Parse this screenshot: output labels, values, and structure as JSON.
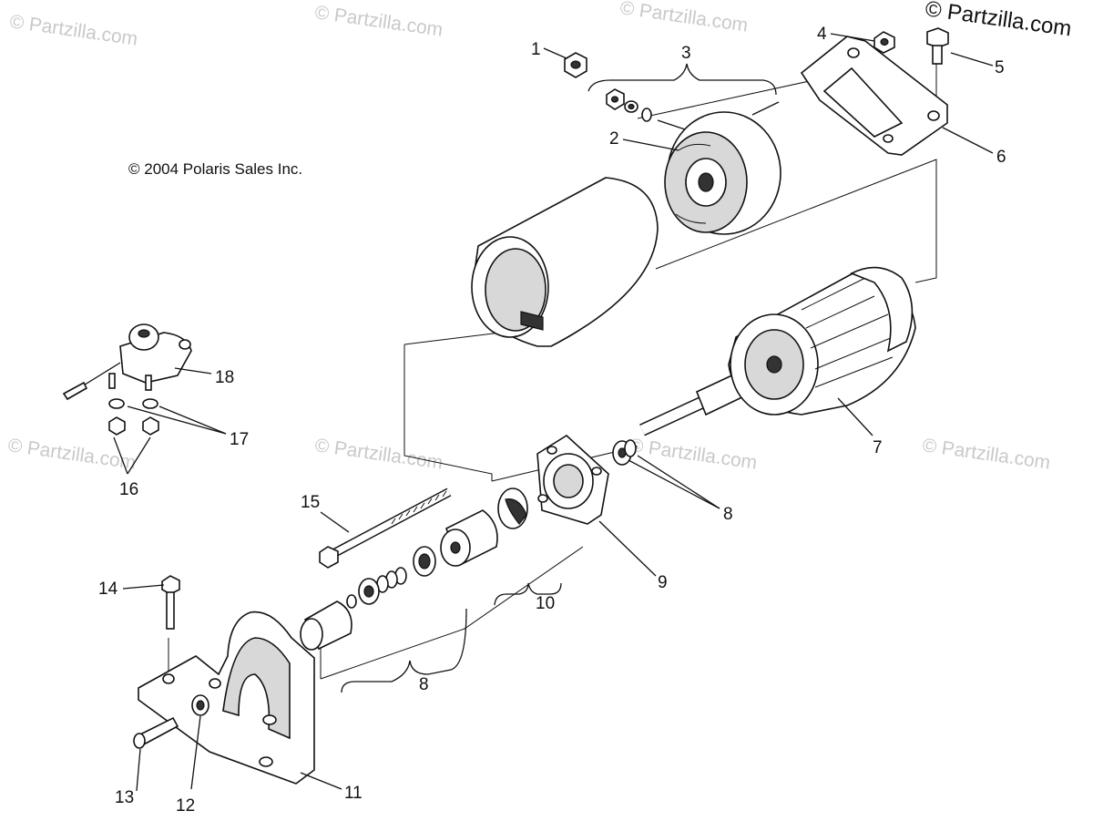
{
  "copyright": "© 2004 Polaris Sales Inc.",
  "watermarks": {
    "text": "© Partzilla.com",
    "corner": "© Partzilla.com"
  },
  "callouts": [
    {
      "id": "1",
      "label": "1"
    },
    {
      "id": "2",
      "label": "2"
    },
    {
      "id": "3",
      "label": "3"
    },
    {
      "id": "4",
      "label": "4"
    },
    {
      "id": "5",
      "label": "5"
    },
    {
      "id": "6",
      "label": "6"
    },
    {
      "id": "7",
      "label": "7"
    },
    {
      "id": "8a",
      "label": "8"
    },
    {
      "id": "8b",
      "label": "8"
    },
    {
      "id": "9",
      "label": "9"
    },
    {
      "id": "10",
      "label": "10"
    },
    {
      "id": "11",
      "label": "11"
    },
    {
      "id": "12",
      "label": "12"
    },
    {
      "id": "13",
      "label": "13"
    },
    {
      "id": "14",
      "label": "14"
    },
    {
      "id": "15",
      "label": "15"
    },
    {
      "id": "16",
      "label": "16"
    },
    {
      "id": "17",
      "label": "17"
    },
    {
      "id": "18",
      "label": "18"
    }
  ]
}
